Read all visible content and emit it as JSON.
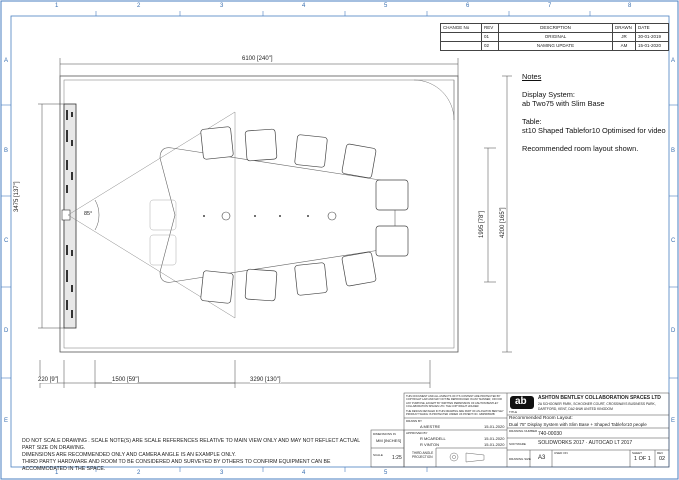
{
  "zones": {
    "columns": [
      "1",
      "2",
      "3",
      "4",
      "5",
      "6",
      "7",
      "8"
    ],
    "rows": [
      "A",
      "B",
      "C",
      "D",
      "E"
    ]
  },
  "revision_table": {
    "headers": [
      "CHANGE No",
      "REV",
      "DESCRIPTION",
      "DRAWN",
      "DATE"
    ],
    "rows": [
      {
        "rev": "01",
        "description": "ORIGINAL",
        "drawn": "JR",
        "date": "30-01-2019"
      },
      {
        "rev": "02",
        "description": "NAMING UPDATE",
        "drawn": "AM",
        "date": "15-01-2020"
      }
    ]
  },
  "dimensions": {
    "room_width": "6100 [240\"]",
    "room_height": "3475 [137\"]",
    "table_width": "1995 [78\"]",
    "room_depth": "4200 [165\"]",
    "wall_offset": "220 [9\"]",
    "screen_to_table": "1500 [59\"]",
    "table_length": "3290 [130\"]",
    "camera_angle": "85°"
  },
  "notes": {
    "title": "Notes",
    "display_label": "Display System:",
    "display_value": "ab Two75 with Slim Base",
    "table_label": "Table:",
    "table_value": "st10 Shaped Tablefor10 Optimised for video",
    "layout_note": "Recommended room layout shown."
  },
  "title_block": {
    "company": "ASHTON BENTLEY COLLABORATION SPACES LTD",
    "address_1": "2A SCHOONER PARK, SCHOONER COURT, CROSSWAYS BUSINESS PARK,",
    "address_2": "DARTFORD, KENT, DA2 6NW UNITED KINGDOM",
    "logo_text": "ab",
    "copyright": "THIS DOCUMENT AND ALL ASPECTS OF ITS CONTENT ARE PROTECTED BY COPYRIGHT LAW AND MAY NOT BE REPRODUCED IN ANY MANNER, OR FOR ANY PURPOSE, EXCEPT BY WRITTEN PERMISSION OF ASHTON BENTLEY COLLABORATION SPACES LTD. THE COPYRIGHT HOLDER.",
    "patent": "THE DESIGN DETAILED IN THIS DRAWING ARE PART OF AN ASHTON BENTLEY PRODUCT WHICH IS PROTECTED UNDER UK PATENT NO. GB2560518B",
    "title_label": "TITLE",
    "title_line1": "Recommended Room Layout:",
    "title_line2": "Dual 75\" Display System with Slim Base + Shaped Tablefor10 people",
    "drawing_number_label": "DRAWING NUMBER",
    "drawing_number": "740-00030",
    "software_label": "SOFTWARE",
    "software": "SOLIDWORKS 2017 · AUTOCAD LT 2017",
    "drawn_by_label": "DRAWN BY",
    "drawn_by": "A MESTRE",
    "drawn_date": "15-01-2020",
    "approved_label": "APPROVED BY",
    "approved_1": "R MCARDELL",
    "approved_1_date": "15-01-2020",
    "approved_2": "R VINTON",
    "approved_2_date": "15-01-2020",
    "dimensions_label": "DIMENSIONS IN",
    "dimensions_value": "MM [INCHES]",
    "scale_label": "SCALE",
    "scale": "1:25",
    "projection": "THIRD ANGLE PROJECTION",
    "used_on_label": "USED ON",
    "drawing_size_label": "DRAWING SIZE",
    "drawing_size": "A3",
    "sheet_label": "SHEET",
    "sheet": "1 OF 1",
    "rev_label": "REV",
    "rev": "02"
  },
  "disclaimer": {
    "line1": "DO NOT SCALE DRAWING . SCALE NOTE(S) ARE SCALE REFERENCES RELATIVE TO MAIN VIEW ONLY AND MAY NOT REFLECT ACTUAL PART SIZE ON DRAWING.",
    "line2": "DIMENSIONS ARE RECOMMENDED ONLY AND CAMERA ANGLE IS AN EXAMPLE ONLY.",
    "line3": "THIRD PARTY HARDWARE AND ROOM TO BE CONSIDERED AND SURVEYED BY OTHERS TO CONFIRM EQUIPMENT CAN BE ACCOMMODATED IN THE SPACE."
  }
}
